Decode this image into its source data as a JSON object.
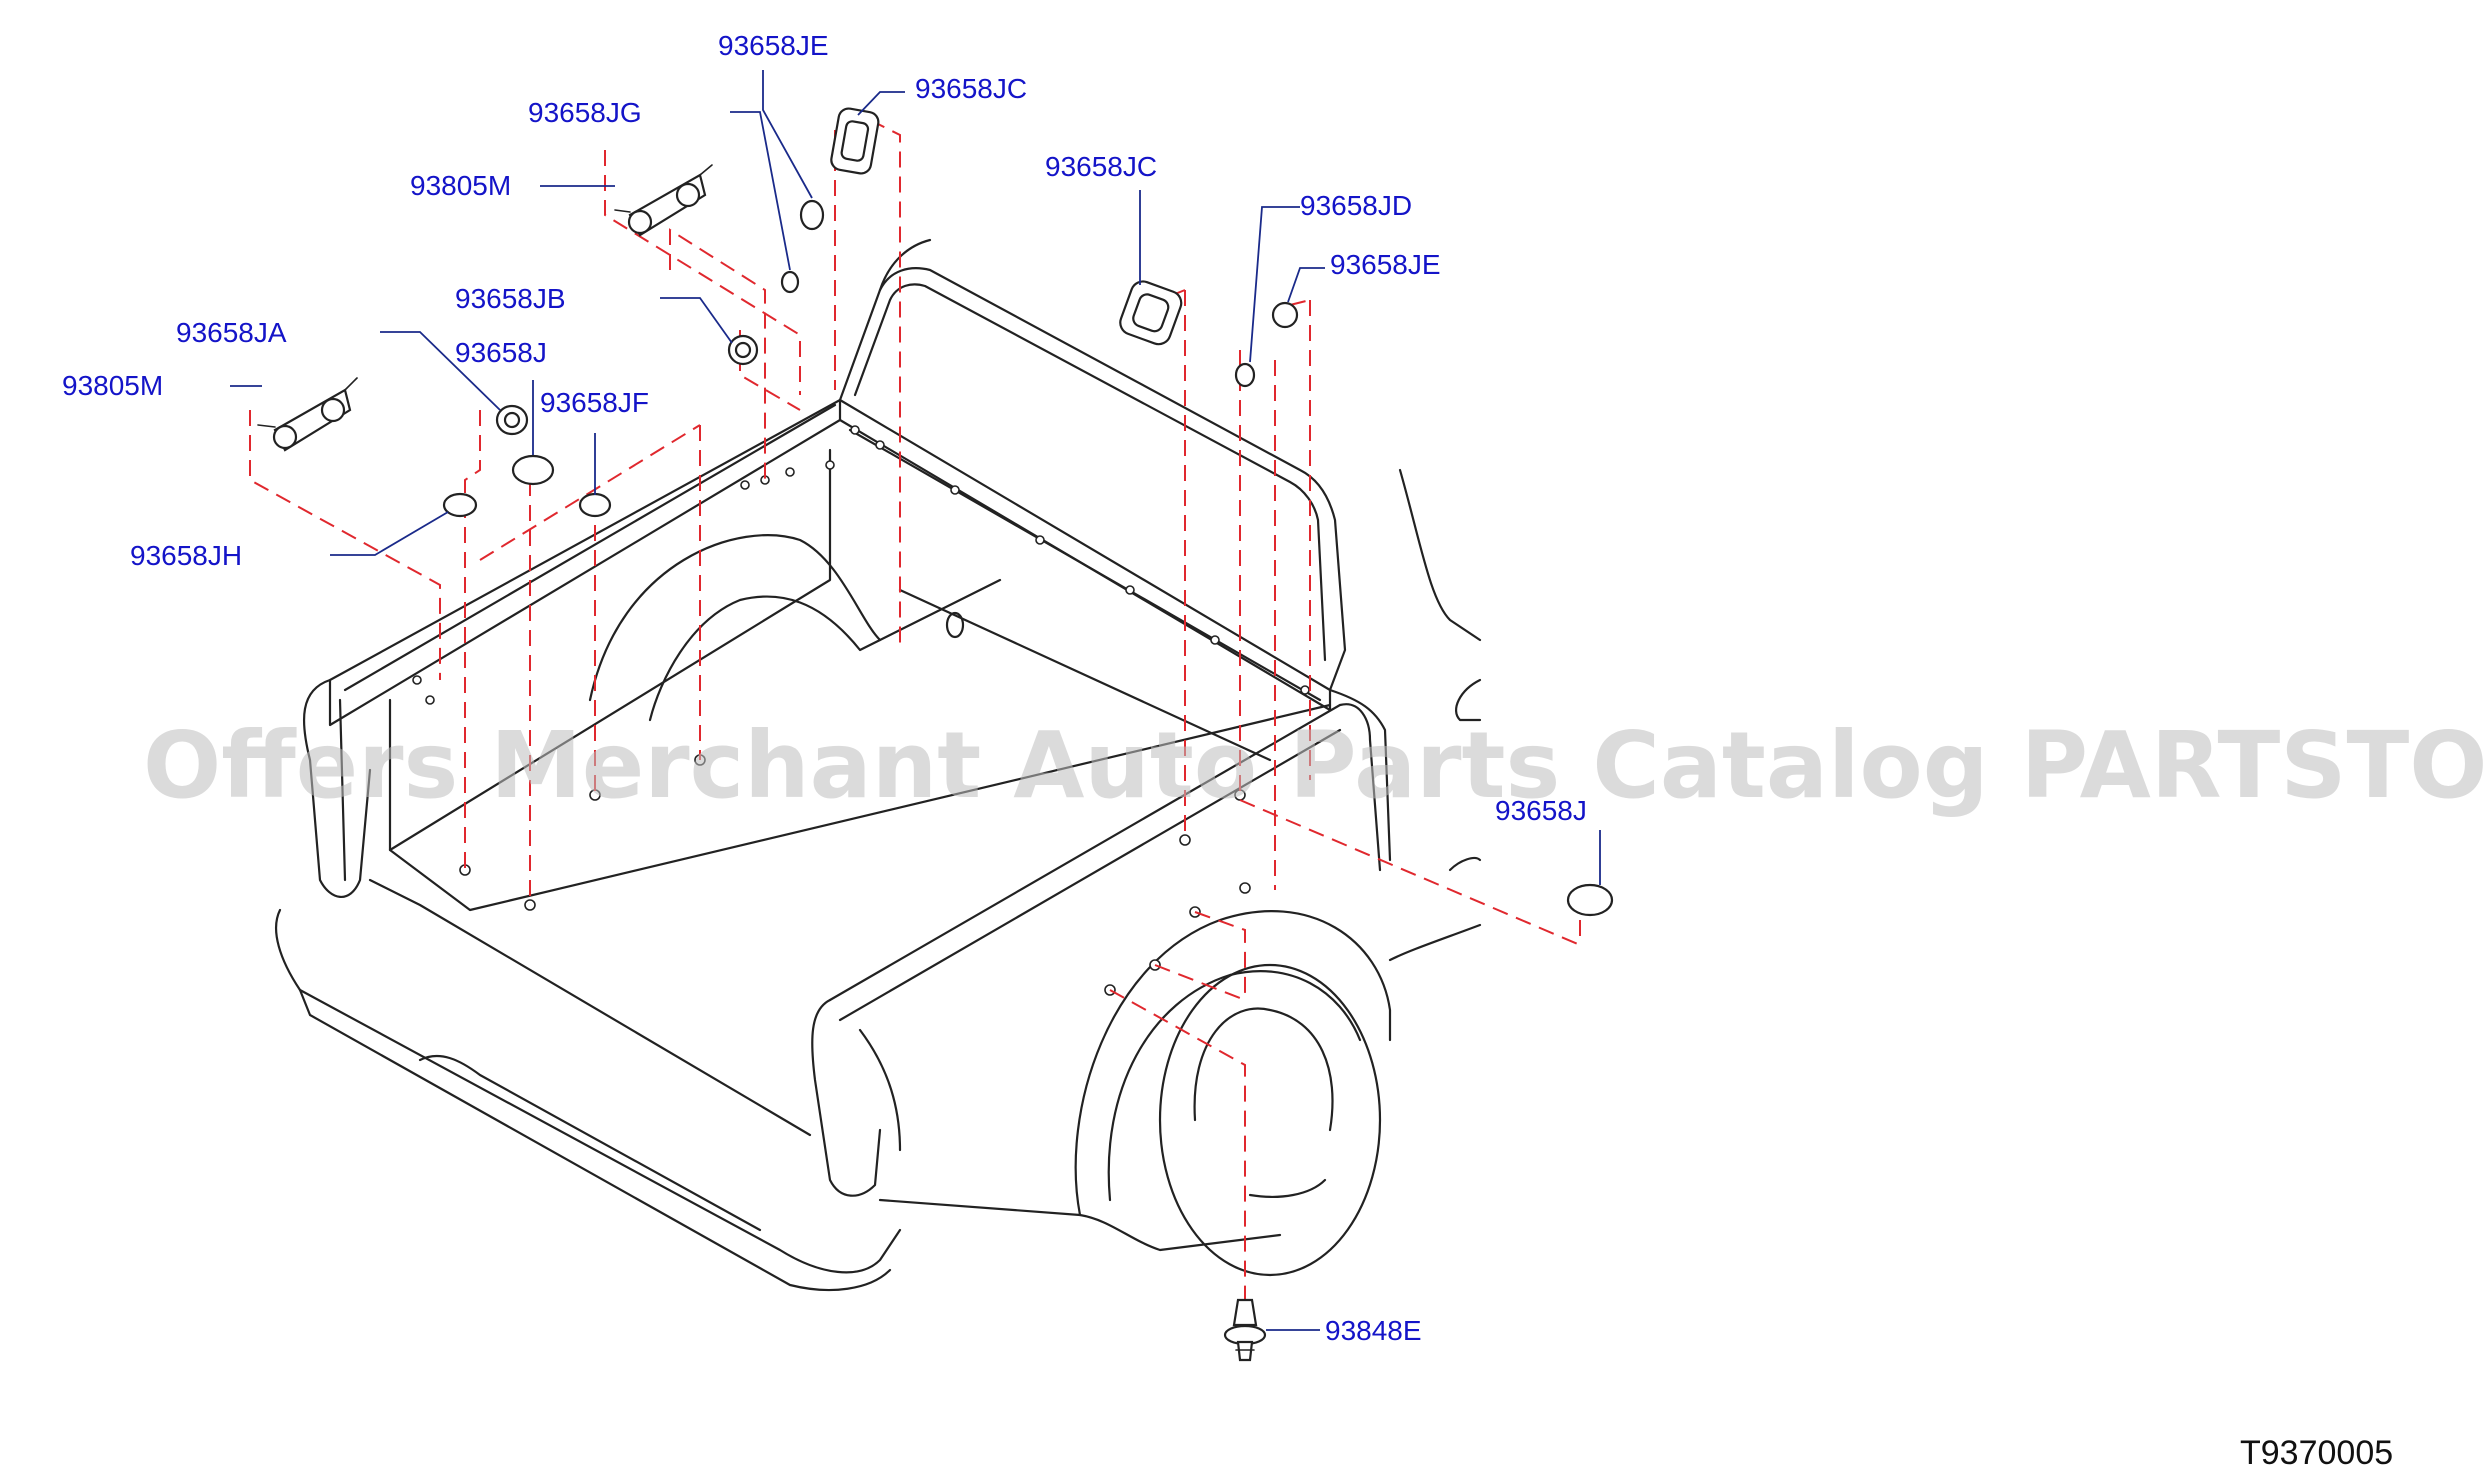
{
  "watermark": "Offers Merchant Auto Parts Catalog PARTSTORE.SA",
  "diagram_code": "T9370005",
  "callouts": [
    {
      "id": "c01",
      "label": "93658JE"
    },
    {
      "id": "c02",
      "label": "93658JC"
    },
    {
      "id": "c03",
      "label": "93658JG"
    },
    {
      "id": "c04",
      "label": "93805M"
    },
    {
      "id": "c05",
      "label": "93658JC"
    },
    {
      "id": "c06",
      "label": "93658JD"
    },
    {
      "id": "c07",
      "label": "93658JE"
    },
    {
      "id": "c08",
      "label": "93658JB"
    },
    {
      "id": "c09",
      "label": "93658JA"
    },
    {
      "id": "c10",
      "label": "93658J"
    },
    {
      "id": "c11",
      "label": "93805M"
    },
    {
      "id": "c12",
      "label": "93658JF"
    },
    {
      "id": "c13",
      "label": "93658JH"
    },
    {
      "id": "c14",
      "label": "93658J"
    },
    {
      "id": "c15",
      "label": "93848E"
    }
  ],
  "colors": {
    "callout_text": "#1414c8",
    "leader_line": "#1a2a8a",
    "dashed_guide": "#e0282e",
    "outline": "#222222"
  }
}
